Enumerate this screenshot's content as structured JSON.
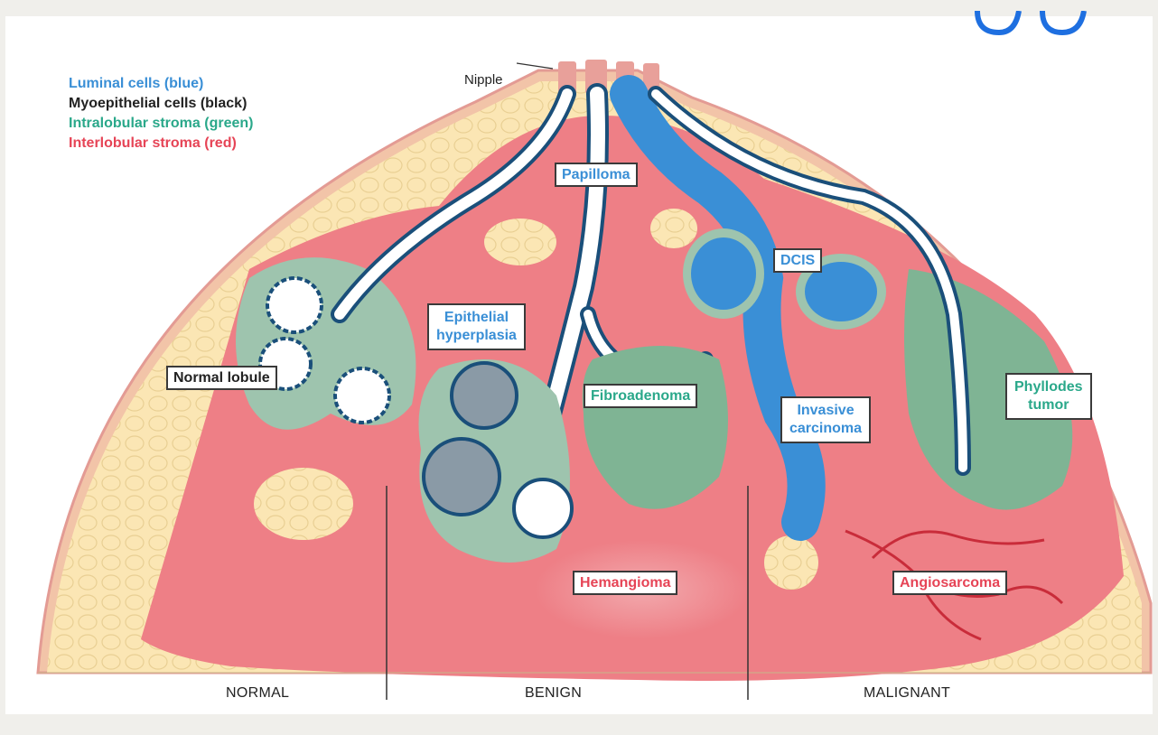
{
  "legend": [
    {
      "text": "Luminal cells (blue)",
      "color": "#3a8fd6"
    },
    {
      "text": "Myoepithelial cells (black)",
      "color": "#222222"
    },
    {
      "text": "Intralobular stroma (green)",
      "color": "#2aa88a"
    },
    {
      "text": "Interlobular stroma (red)",
      "color": "#e64456"
    }
  ],
  "nipple_label": "Nipple",
  "labels": {
    "papilloma": "Papilloma",
    "dcis": "DCIS",
    "epithelial": [
      "Epithelial",
      "hyperplasia"
    ],
    "normal_lobule": "Normal lobule",
    "fibroadenoma": "Fibroadenoma",
    "invasive": [
      "Invasive",
      "carcinoma"
    ],
    "phyllodes": [
      "Phyllodes",
      "tumor"
    ],
    "hemangioma": "Hemangioma",
    "angiosarcoma": "Angiosarcoma"
  },
  "sections": [
    "NORMAL",
    "BENIGN",
    "MALIGNANT"
  ],
  "colors": {
    "fat": "#fbe6b4",
    "skin": "#e8a09a",
    "stroma_red": "#ee7f86",
    "stroma_green": "#9ec4ae",
    "duct_blue": "#2f86cf",
    "label_blue": "#3a8fd6",
    "label_green": "#2aa88a",
    "label_red": "#e64456"
  }
}
